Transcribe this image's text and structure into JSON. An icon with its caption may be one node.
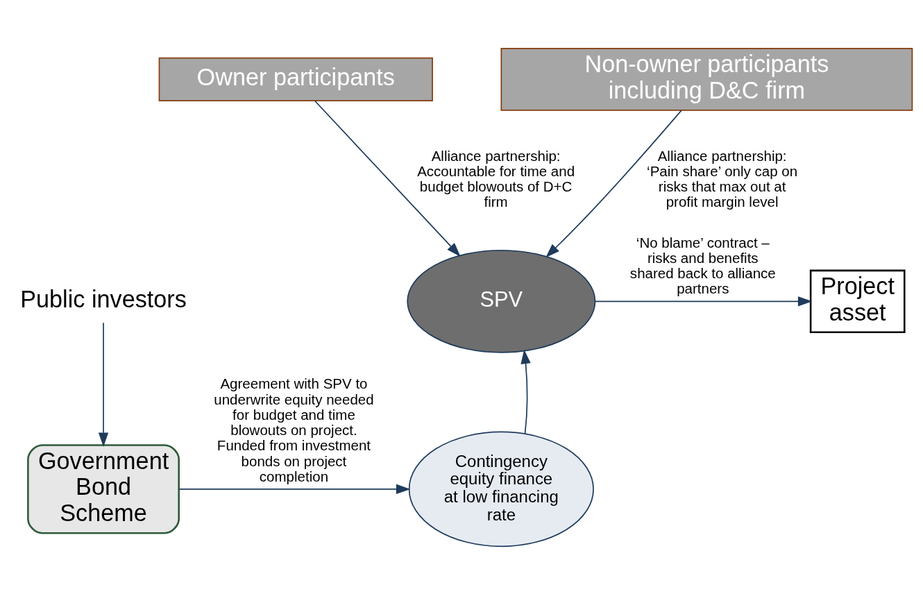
{
  "diagram": {
    "nodes": [
      {
        "text": [
          "Owner participants"
        ]
      },
      {
        "text": [
          "Non-owner participants including D&C firm"
        ]
      },
      {
        "text": [
          "SPV"
        ]
      },
      {
        "text": [
          "Project asset"
        ]
      },
      {
        "text": [
          "Government Bond Scheme"
        ]
      },
      {
        "text": [
          "Contingency equity finance at low financing rate"
        ]
      },
      {
        "text": [
          "Public investors"
        ]
      }
    ],
    "edges": [
      {
        "from": 0,
        "to": 2,
        "arrow": "to",
        "label": "Alliance partnership: Accountable for time and budget blowouts of D+C firm"
      },
      {
        "from": 1,
        "to": 2,
        "arrow": "to",
        "label": "Alliance partnership: ‘Pain share’ only cap on risks that max out at profit margin level"
      },
      {
        "from": 2,
        "to": 3,
        "arrow": "to",
        "label": "‘No blame’ contract – risks and benefits shared back to alliance partners"
      },
      {
        "from": 5,
        "to": 2,
        "arrow": "to"
      },
      {
        "from": 4,
        "to": 5,
        "arrow": "to",
        "label": "Agreement with SPV to underwrite equity needed for budget and time blowouts on project. Funded from investment bonds on project completion"
      },
      {
        "from": 6,
        "to": 4,
        "arrow": "to"
      }
    ]
  }
}
